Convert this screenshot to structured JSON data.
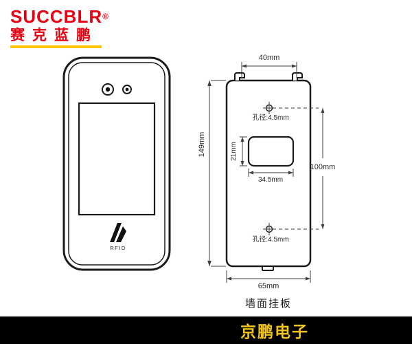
{
  "brand": {
    "logo_text": "SUCCBLR",
    "registered_mark": "®",
    "logo_subtext": "赛克蓝鹏",
    "logo_color": "#e60012",
    "underline_color": "#ffc600"
  },
  "device": {
    "rfid_label": "RFID"
  },
  "drawing": {
    "dims": {
      "top_width": "40mm",
      "height": "149mm",
      "hole_top": "孔径:4.5mm",
      "hole_bottom": "孔径:4.5mm",
      "inner_height": "21mm",
      "inner_width": "34.5mm",
      "hole_spacing": "100mm",
      "bottom_width": "65mm"
    },
    "caption": "墙面挂板",
    "line_color": "#3d3d3d",
    "outline_color": "#1a1a1a"
  },
  "footer": {
    "text": "京鹏电子",
    "bg_color": "#000000",
    "text_color": "#f0c419"
  }
}
